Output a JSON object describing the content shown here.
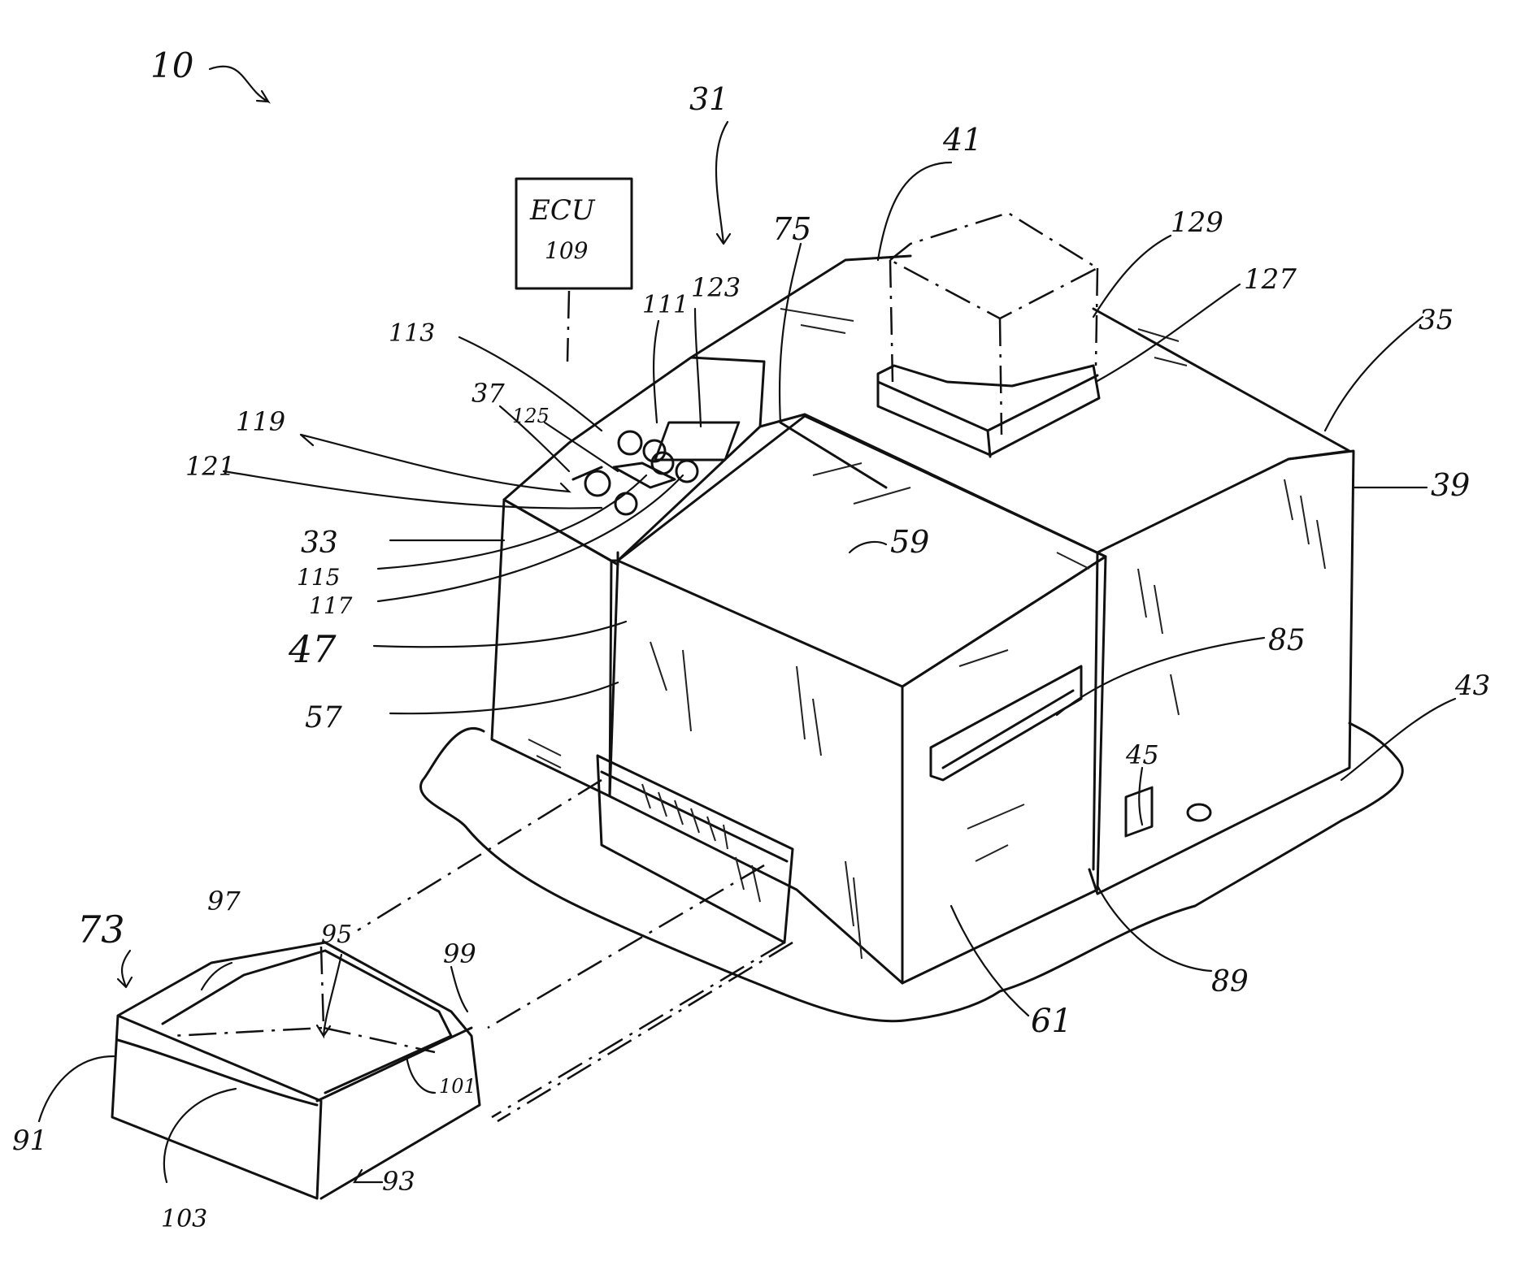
{
  "ecu_box": {
    "line1": "ECU",
    "line2": "109"
  },
  "labels": [
    {
      "id": "10",
      "text": "10"
    },
    {
      "id": "31",
      "text": "31"
    },
    {
      "id": "41",
      "text": "41"
    },
    {
      "id": "75",
      "text": "75"
    },
    {
      "id": "129",
      "text": "129"
    },
    {
      "id": "127",
      "text": "127"
    },
    {
      "id": "35",
      "text": "35"
    },
    {
      "id": "39",
      "text": "39"
    },
    {
      "id": "123",
      "text": "123"
    },
    {
      "id": "111",
      "text": "111"
    },
    {
      "id": "113",
      "text": "113"
    },
    {
      "id": "37",
      "text": "37"
    },
    {
      "id": "125",
      "text": "125"
    },
    {
      "id": "119",
      "text": "119"
    },
    {
      "id": "121",
      "text": "121"
    },
    {
      "id": "33",
      "text": "33"
    },
    {
      "id": "115",
      "text": "115"
    },
    {
      "id": "117",
      "text": "117"
    },
    {
      "id": "59",
      "text": "59"
    },
    {
      "id": "47",
      "text": "47"
    },
    {
      "id": "57",
      "text": "57"
    },
    {
      "id": "85",
      "text": "85"
    },
    {
      "id": "43",
      "text": "43"
    },
    {
      "id": "45",
      "text": "45"
    },
    {
      "id": "73",
      "text": "73"
    },
    {
      "id": "97",
      "text": "97"
    },
    {
      "id": "95",
      "text": "95"
    },
    {
      "id": "99",
      "text": "99"
    },
    {
      "id": "101",
      "text": "101"
    },
    {
      "id": "91",
      "text": "91"
    },
    {
      "id": "103",
      "text": "103"
    },
    {
      "id": "93",
      "text": "93"
    },
    {
      "id": "61",
      "text": "61"
    },
    {
      "id": "89",
      "text": "89"
    }
  ]
}
